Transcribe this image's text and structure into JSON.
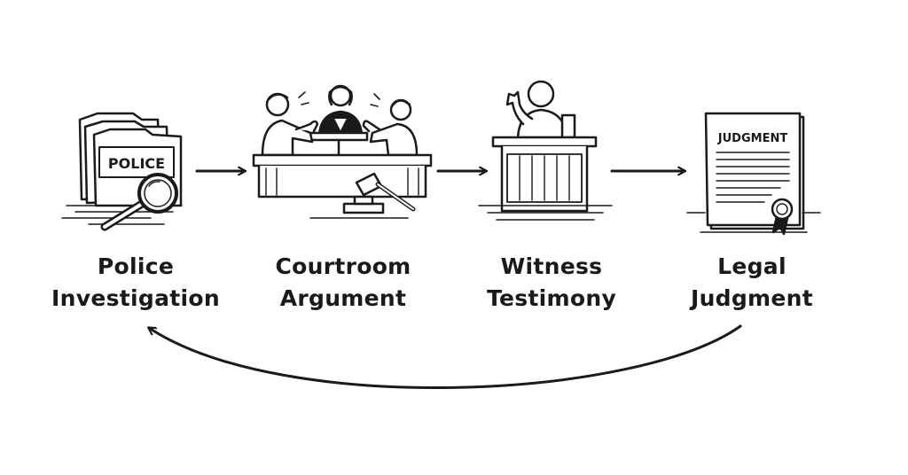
{
  "diagram": {
    "stages": [
      {
        "line1": "Police",
        "line2": "Investigation",
        "icon": "police-folder-magnifier-icon",
        "folder_text": "POLICE"
      },
      {
        "line1": "Courtroom",
        "line2": "Argument",
        "icon": "courtroom-debate-icon"
      },
      {
        "line1": "Witness",
        "line2": "Testimony",
        "icon": "witness-stand-icon"
      },
      {
        "line1": "Legal",
        "line2": "Judgment",
        "icon": "judgment-document-icon",
        "document_title": "JUDGMENT"
      }
    ],
    "ink_color": "#1a1a1a",
    "fill_color": "#ffffff"
  }
}
